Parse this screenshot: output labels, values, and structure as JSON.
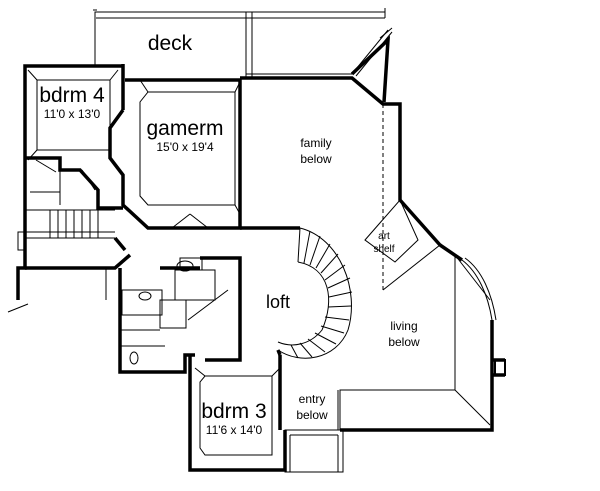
{
  "rooms": {
    "deck": {
      "name": "deck"
    },
    "bdrm4": {
      "name": "bdrm 4",
      "size": "11'0 x 13'0"
    },
    "gamerm": {
      "name": "gamerm",
      "size": "15'0 x 19'4"
    },
    "family": {
      "line1": "family",
      "line2": "below"
    },
    "art": {
      "line1": "art",
      "line2": "shelf"
    },
    "loft": {
      "name": "loft"
    },
    "living": {
      "line1": "living",
      "line2": "below"
    },
    "entry": {
      "line1": "entry",
      "line2": "below"
    },
    "bdrm3": {
      "name": "bdrm 3",
      "size": "11'6 x 14'0"
    }
  }
}
